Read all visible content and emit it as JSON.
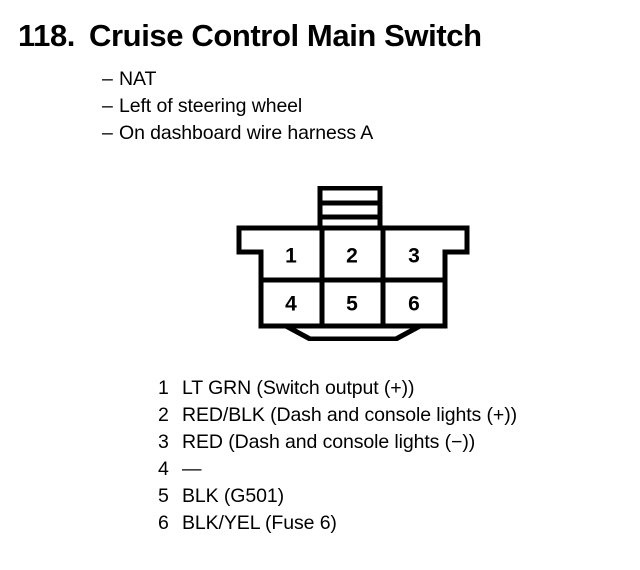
{
  "heading": {
    "number": "118.",
    "title": "Cruise Control Main Switch"
  },
  "subtitles": [
    {
      "dash": "–",
      "text": "NAT"
    },
    {
      "dash": "–",
      "text": "Left of steering wheel"
    },
    {
      "dash": "–",
      "text": "On dashboard wire harness A"
    }
  ],
  "connector": {
    "type": "6-pin connector, 3 columns x 2 rows",
    "pins": [
      {
        "number": "1"
      },
      {
        "number": "2"
      },
      {
        "number": "3"
      },
      {
        "number": "4"
      },
      {
        "number": "5"
      },
      {
        "number": "6"
      }
    ],
    "line_color": "#000000",
    "fill_color": "#ffffff"
  },
  "pin_legend": [
    {
      "number": "1",
      "label": "LT GRN (Switch output (+))"
    },
    {
      "number": "2",
      "label": "RED/BLK (Dash and console lights (+))"
    },
    {
      "number": "3",
      "label": "RED (Dash and console lights (−))"
    },
    {
      "number": "4",
      "label": "—"
    },
    {
      "number": "5",
      "label": "BLK (G501)"
    },
    {
      "number": "6",
      "label": "BLK/YEL (Fuse 6)"
    }
  ]
}
